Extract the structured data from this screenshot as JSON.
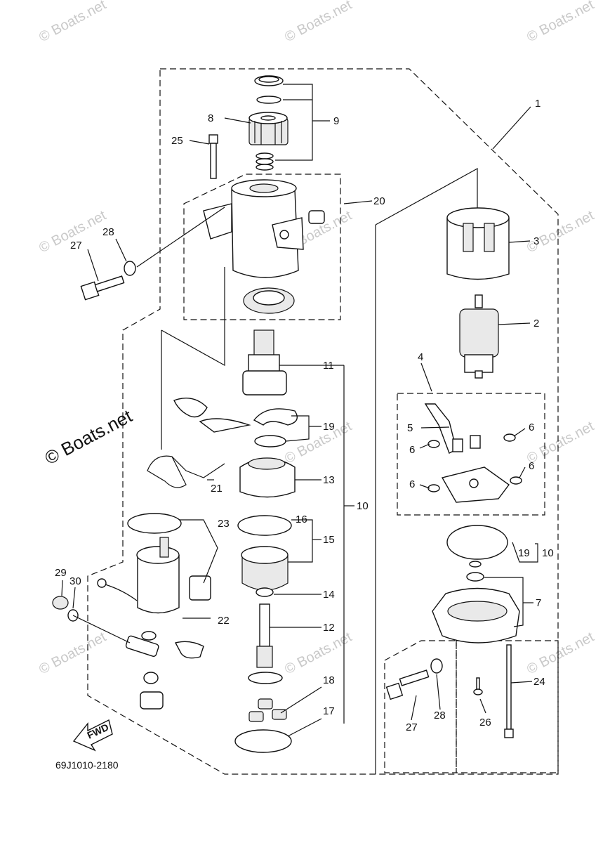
{
  "diagram": {
    "part_code": "69J1010-2180",
    "fwd_label": "FWD",
    "watermark_small": "© Boats.net",
    "watermark_big": "© Boats.net"
  },
  "callouts": {
    "c1": "1",
    "c2": "2",
    "c3": "3",
    "c4": "4",
    "c5": "5",
    "c6a": "6",
    "c6b": "6",
    "c6c": "6",
    "c6d": "6",
    "c7": "7",
    "c8": "8",
    "c9": "9",
    "c10a": "10",
    "c10b": "10",
    "c11": "11",
    "c12": "12",
    "c13": "13",
    "c14": "14",
    "c15": "15",
    "c16": "16",
    "c17": "17",
    "c18": "18",
    "c19a": "19",
    "c19b": "19",
    "c20": "20",
    "c21": "21",
    "c22": "22",
    "c23": "23",
    "c24": "24",
    "c25": "25",
    "c26": "26",
    "c27a": "27",
    "c27b": "27",
    "c28a": "28",
    "c28b": "28",
    "c29": "29",
    "c30": "30"
  }
}
